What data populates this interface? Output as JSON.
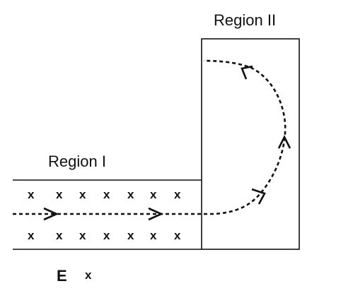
{
  "labels": {
    "region_one": "Region I",
    "region_two": "Region II",
    "field_e": "E",
    "field_x": "x"
  },
  "field_markers": {
    "row_top": [
      "x",
      "x",
      "x",
      "x",
      "x",
      "x",
      "x"
    ],
    "row_bottom": [
      "x",
      "x",
      "x",
      "x",
      "x",
      "x",
      "x"
    ]
  },
  "colors": {
    "line": "#111111",
    "path": "#111111",
    "background": "#ffffff"
  }
}
